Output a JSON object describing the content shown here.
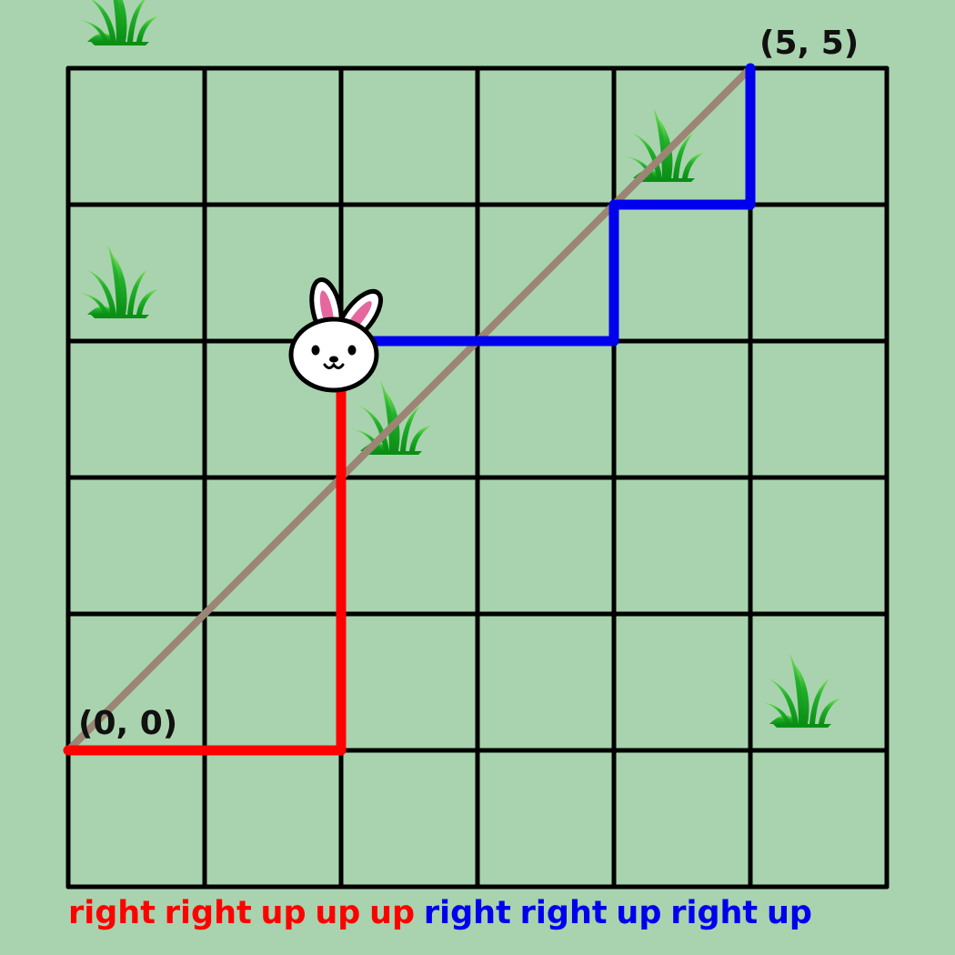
{
  "grid": {
    "cols": 6,
    "rows": 6,
    "line_color": "#000000",
    "background": "#a8d3ae"
  },
  "origin_label": "(0, 0)",
  "target_label": "(5, 5)",
  "origin_point": [
    0,
    0
  ],
  "target_point": [
    5,
    5
  ],
  "diagonal": {
    "from": [
      0,
      0
    ],
    "to": [
      5,
      5
    ],
    "color": "#9c8574"
  },
  "paths": [
    {
      "color": "#ff0000",
      "points": [
        [
          0,
          0
        ],
        [
          1,
          0
        ],
        [
          2,
          0
        ],
        [
          2,
          1
        ],
        [
          2,
          2
        ],
        [
          2,
          3
        ]
      ]
    },
    {
      "color": "#0000ee",
      "points": [
        [
          2,
          3
        ],
        [
          3,
          3
        ],
        [
          4,
          3
        ],
        [
          4,
          4
        ],
        [
          5,
          4
        ],
        [
          5,
          5
        ]
      ]
    }
  ],
  "rabbit": {
    "icon": "rabbit-face-icon",
    "at": [
      2,
      3
    ]
  },
  "grass": [
    {
      "icon": "grass-icon",
      "cell": [
        0,
        5
      ]
    },
    {
      "icon": "grass-icon",
      "cell": [
        4,
        4
      ]
    },
    {
      "icon": "grass-icon",
      "cell": [
        0,
        3
      ]
    },
    {
      "icon": "grass-icon",
      "cell": [
        2,
        2
      ]
    },
    {
      "icon": "grass-icon",
      "cell": [
        5,
        0
      ]
    }
  ],
  "moves": [
    {
      "text": "right",
      "color": "#ff0000"
    },
    {
      "text": "right",
      "color": "#ff0000"
    },
    {
      "text": "up",
      "color": "#ff0000"
    },
    {
      "text": "up",
      "color": "#ff0000"
    },
    {
      "text": "up",
      "color": "#ff0000"
    },
    {
      "text": "right",
      "color": "#0000ee"
    },
    {
      "text": "right",
      "color": "#0000ee"
    },
    {
      "text": "up",
      "color": "#0000ee"
    },
    {
      "text": "right",
      "color": "#0000ee"
    },
    {
      "text": "up",
      "color": "#0000ee"
    }
  ]
}
